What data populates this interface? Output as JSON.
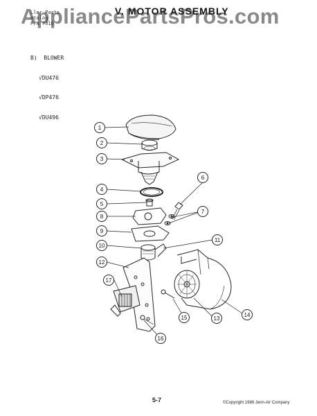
{
  "watermark": "AppliancePartsPros.com",
  "header": {
    "file_lines": [
      "Ller Parts",
      "atalog",
      "P/N 7316"
    ],
    "section_title": "V. MOTOR ASSEMBLY"
  },
  "subsection": {
    "label": "B)  BLOWER",
    "models": [
      {
        "check": "√",
        "name": "DU476"
      },
      {
        "check": "√",
        "name": "DP476"
      },
      {
        "check": "√",
        "name": "DU496"
      }
    ]
  },
  "callouts": [
    "1",
    "2",
    "3",
    "4",
    "5",
    "6",
    "7",
    "8",
    "9",
    "10",
    "11",
    "12",
    "13",
    "14",
    "15",
    "16",
    "17"
  ],
  "footer": {
    "page_number": "5-7",
    "copyright": "©Copyright 1988 Jenn-Air Company"
  }
}
